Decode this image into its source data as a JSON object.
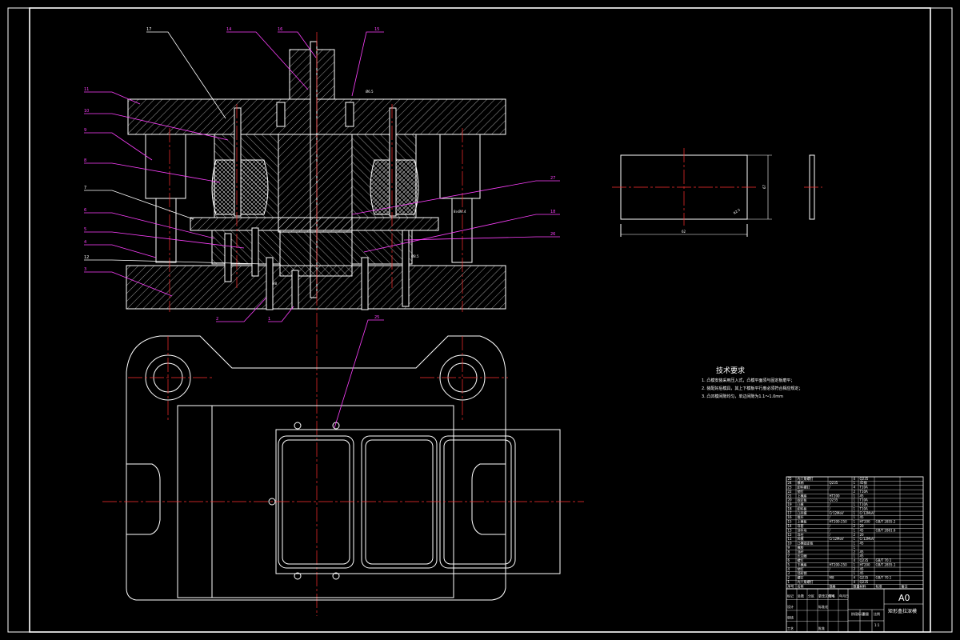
{
  "drawing": {
    "sheet_size": "A0",
    "drawing_title": "矩形盒拉深模"
  },
  "colors": {
    "background": "#000000",
    "outline": "#ffffff",
    "centerline": "#ff3030",
    "leader_magenta": "#ff40ff",
    "leader_white": "#ffffff",
    "hatch": "#ffffff"
  },
  "callouts": [
    {
      "id": "c17",
      "text": "17",
      "color": "white"
    },
    {
      "id": "c14",
      "text": "14",
      "color": "magenta"
    },
    {
      "id": "c16",
      "text": "16",
      "color": "magenta"
    },
    {
      "id": "c15",
      "text": "15",
      "color": "magenta"
    },
    {
      "id": "c11",
      "text": "11",
      "color": "magenta"
    },
    {
      "id": "c10",
      "text": "10",
      "color": "magenta"
    },
    {
      "id": "c9",
      "text": "9",
      "color": "magenta"
    },
    {
      "id": "c8",
      "text": "8",
      "color": "magenta"
    },
    {
      "id": "c7",
      "text": "7",
      "color": "white"
    },
    {
      "id": "c6",
      "text": "6",
      "color": "magenta"
    },
    {
      "id": "c5",
      "text": "5",
      "color": "magenta"
    },
    {
      "id": "c4",
      "text": "4",
      "color": "magenta"
    },
    {
      "id": "c12",
      "text": "12",
      "color": "white"
    },
    {
      "id": "c3",
      "text": "3",
      "color": "magenta"
    },
    {
      "id": "c2",
      "text": "2",
      "color": "magenta"
    },
    {
      "id": "c1",
      "text": "1",
      "color": "magenta"
    },
    {
      "id": "c27",
      "text": "27",
      "color": "magenta"
    },
    {
      "id": "c18",
      "text": "18",
      "color": "magenta"
    },
    {
      "id": "c26",
      "text": "26",
      "color": "magenta"
    },
    {
      "id": "c25",
      "text": "25",
      "color": "magenta"
    }
  ],
  "technical_requirements": {
    "title": "技术要求",
    "lines": [
      "1. 凸模安装采用压入式，凸模平面须与固定板磨平；",
      "2. 装配好后模具，其上下模板平行度必须符合相应规定；",
      "3. 凸凹模间隙均匀，单边间隙为1.1～1.0mm"
    ]
  },
  "parts_list": {
    "rows": [
      [
        "25",
        "内六角螺钉",
        "",
        "4",
        "Q235",
        "",
        ""
      ],
      [
        "24",
        "模柄",
        "Q235",
        "1",
        "45钢",
        "",
        ""
      ],
      [
        "23",
        "卸料螺钉",
        "/",
        "4",
        "T10A",
        "",
        ""
      ],
      [
        "22",
        "销钉",
        "",
        "2",
        "T10A",
        "",
        ""
      ],
      [
        "21",
        "上模座",
        "HT200",
        "1",
        "45",
        "",
        ""
      ],
      [
        "20",
        "固定板",
        "Q235",
        "1",
        "T10A",
        "",
        ""
      ],
      [
        "19",
        "凸模",
        "/",
        "1",
        "T10A",
        "",
        ""
      ],
      [
        "18",
        "卸料板",
        "/",
        "1",
        "T10A",
        "",
        ""
      ],
      [
        "17",
        "凸凹模",
        "Cr12MoV",
        "1",
        "Cr12MoV",
        "",
        ""
      ],
      [
        "16",
        "推杆",
        "/",
        "1",
        "45",
        "",
        ""
      ],
      [
        "15",
        "上模板",
        "HT200-250",
        "1",
        "HT200",
        "GB/T 2855.2",
        ""
      ],
      [
        "14",
        "导套",
        "/",
        "2",
        "20",
        "",
        ""
      ],
      [
        "13",
        "顶件块",
        "/",
        "1",
        "45",
        "GB/T 2861.6",
        ""
      ],
      [
        "12",
        "导柱",
        "/",
        "2",
        "20",
        "",
        ""
      ],
      [
        "11",
        "凹模",
        "Cr12MoV",
        "1",
        "Cr12MoV",
        "",
        ""
      ],
      [
        "10",
        "凸模固定板",
        "",
        "1",
        "45",
        "",
        ""
      ],
      [
        "9",
        "橡胶",
        "",
        "1",
        "",
        "",
        ""
      ],
      [
        "8",
        "顶杆",
        "",
        "2",
        "45",
        "",
        ""
      ],
      [
        "7",
        "压边圈",
        "",
        "1",
        "45",
        "",
        ""
      ],
      [
        "6",
        "螺钉",
        "",
        "4",
        "Q235",
        "GB/T 70.1",
        ""
      ],
      [
        "5",
        "下模座",
        "HT200-250",
        "1",
        "HT200",
        "GB/T 2855.1",
        ""
      ],
      [
        "4",
        "销钉",
        "/",
        "2",
        "45",
        "",
        ""
      ],
      [
        "3",
        "挡料销",
        "",
        "1",
        "45",
        "",
        ""
      ],
      [
        "2",
        "螺钉",
        "M8",
        "4",
        "Q235",
        "GB/T 70.1",
        ""
      ],
      [
        "1",
        "内六角螺钉",
        "",
        "4",
        "Q235",
        "",
        ""
      ]
    ],
    "header": [
      "序号",
      "名称",
      "规格",
      "数量",
      "材料",
      "标准",
      "备注"
    ]
  },
  "title_block": {
    "rows": [
      [
        "标记",
        "处数",
        "分区",
        "更改文件号",
        "签名",
        "年月日"
      ],
      [
        "设计",
        "",
        "",
        "标准化",
        "",
        ""
      ],
      [
        "审核",
        "",
        "",
        "",
        "",
        ""
      ],
      [
        "工艺",
        "",
        "",
        "批准",
        "",
        ""
      ]
    ],
    "stage_label": "阶段标记",
    "weight_label": "重量",
    "scale_label": "比例",
    "scale_value": "1:1"
  },
  "dims": {
    "blank_width": "62",
    "blank_height": "67",
    "blank_corner": "R2.5",
    "callout_a": "Ø6.5",
    "callout_b": "M8",
    "callout_c": "8×Ø4.4",
    "callout_d": "Ø8.5"
  }
}
